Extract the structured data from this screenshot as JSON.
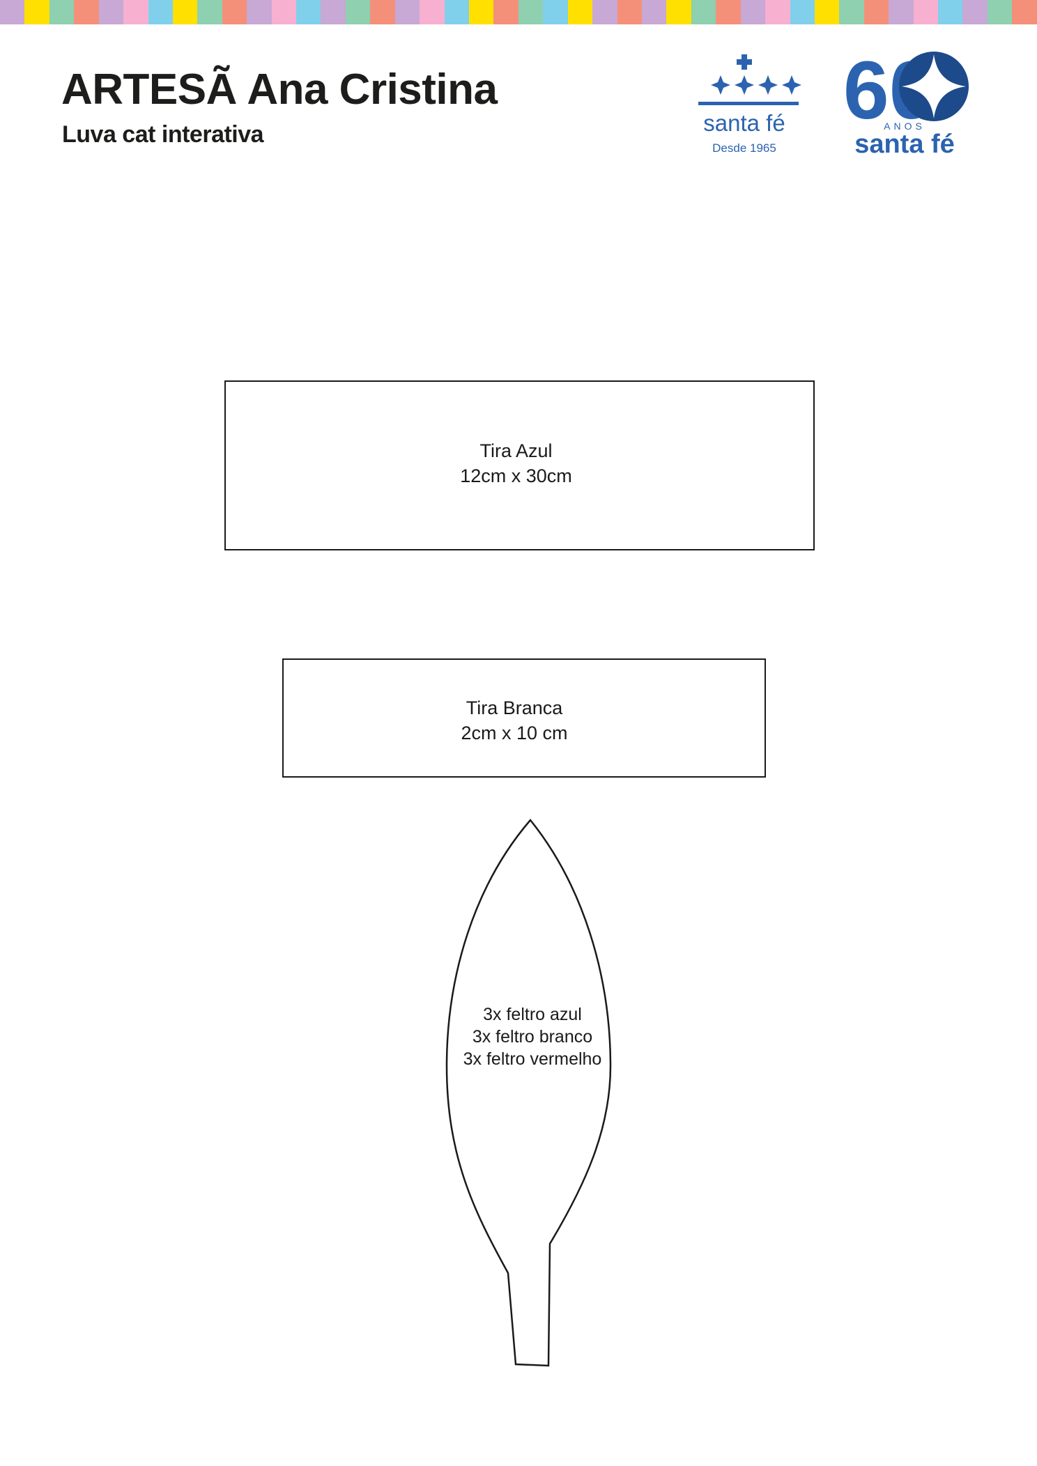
{
  "header": {
    "title": "ARTESÃ Ana Cristina",
    "subtitle": "Luva cat interativa"
  },
  "stripe_colors": [
    "#c8a8d4",
    "#ffe000",
    "#8ed0b0",
    "#f4907a",
    "#c8a8d4",
    "#f8b0d0",
    "#80d0ec",
    "#ffe000",
    "#8ed0b0",
    "#f4907a",
    "#c8a8d4",
    "#f8b0d0",
    "#80d0ec",
    "#c8a8d4",
    "#8ed0b0",
    "#f4907a",
    "#c8a8d4",
    "#f8b0d0",
    "#80d0ec",
    "#ffe000",
    "#f4907a",
    "#8ed0b0",
    "#80d0ec",
    "#ffe000",
    "#c8a8d4",
    "#f4907a",
    "#c8a8d4",
    "#ffe000",
    "#8ed0b0",
    "#f4907a",
    "#c8a8d4",
    "#f8b0d0",
    "#80d0ec",
    "#ffe000",
    "#8ed0b0",
    "#f4907a",
    "#c8a8d4",
    "#f8b0d0",
    "#80d0ec",
    "#c8a8d4",
    "#8ed0b0",
    "#f4907a"
  ],
  "logos": {
    "santa_fe": {
      "brand": "santa fé",
      "since": "Desde 1965",
      "color": "#2b63b0"
    },
    "anniversary": {
      "number": "60",
      "anos": "ANOS",
      "brand": "santa fé",
      "color": "#2b63b0",
      "dark_color": "#1d4a8a"
    }
  },
  "patterns": {
    "tira_azul": {
      "name": "Tira Azul",
      "size": "12cm x 30cm"
    },
    "tira_branca": {
      "name": "Tira Branca",
      "size": "2cm x 10 cm"
    },
    "leaf": {
      "lines": [
        "3x feltro azul",
        "3x feltro branco",
        "3x feltro vermelho"
      ]
    }
  }
}
